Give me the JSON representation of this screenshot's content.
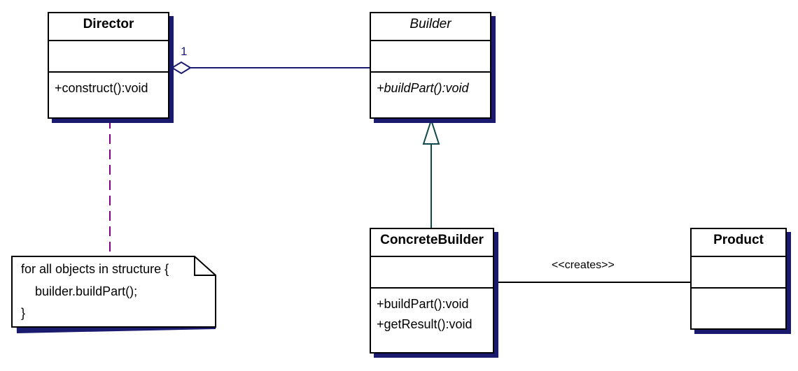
{
  "classes": {
    "director": {
      "name": "Director",
      "operations": [
        "+construct():void"
      ]
    },
    "builder": {
      "name": "Builder",
      "operations": [
        "+buildPart():void"
      ]
    },
    "concrete_builder": {
      "name": "ConcreteBuilder",
      "operations": [
        "+buildPart():void",
        "+getResult():void"
      ]
    },
    "product": {
      "name": "Product",
      "operations": []
    }
  },
  "relations": {
    "aggregation_multiplicity": "1",
    "creates_label": "<<creates>>"
  },
  "note": {
    "lines": [
      "for all objects in structure {",
      "builder.buildPart();",
      "}"
    ]
  },
  "colors": {
    "class_shadow": "#1a1a6e",
    "association_line": "#1a1a6e",
    "generalization_line": "#0f4a4a",
    "note_link": "#800080"
  }
}
